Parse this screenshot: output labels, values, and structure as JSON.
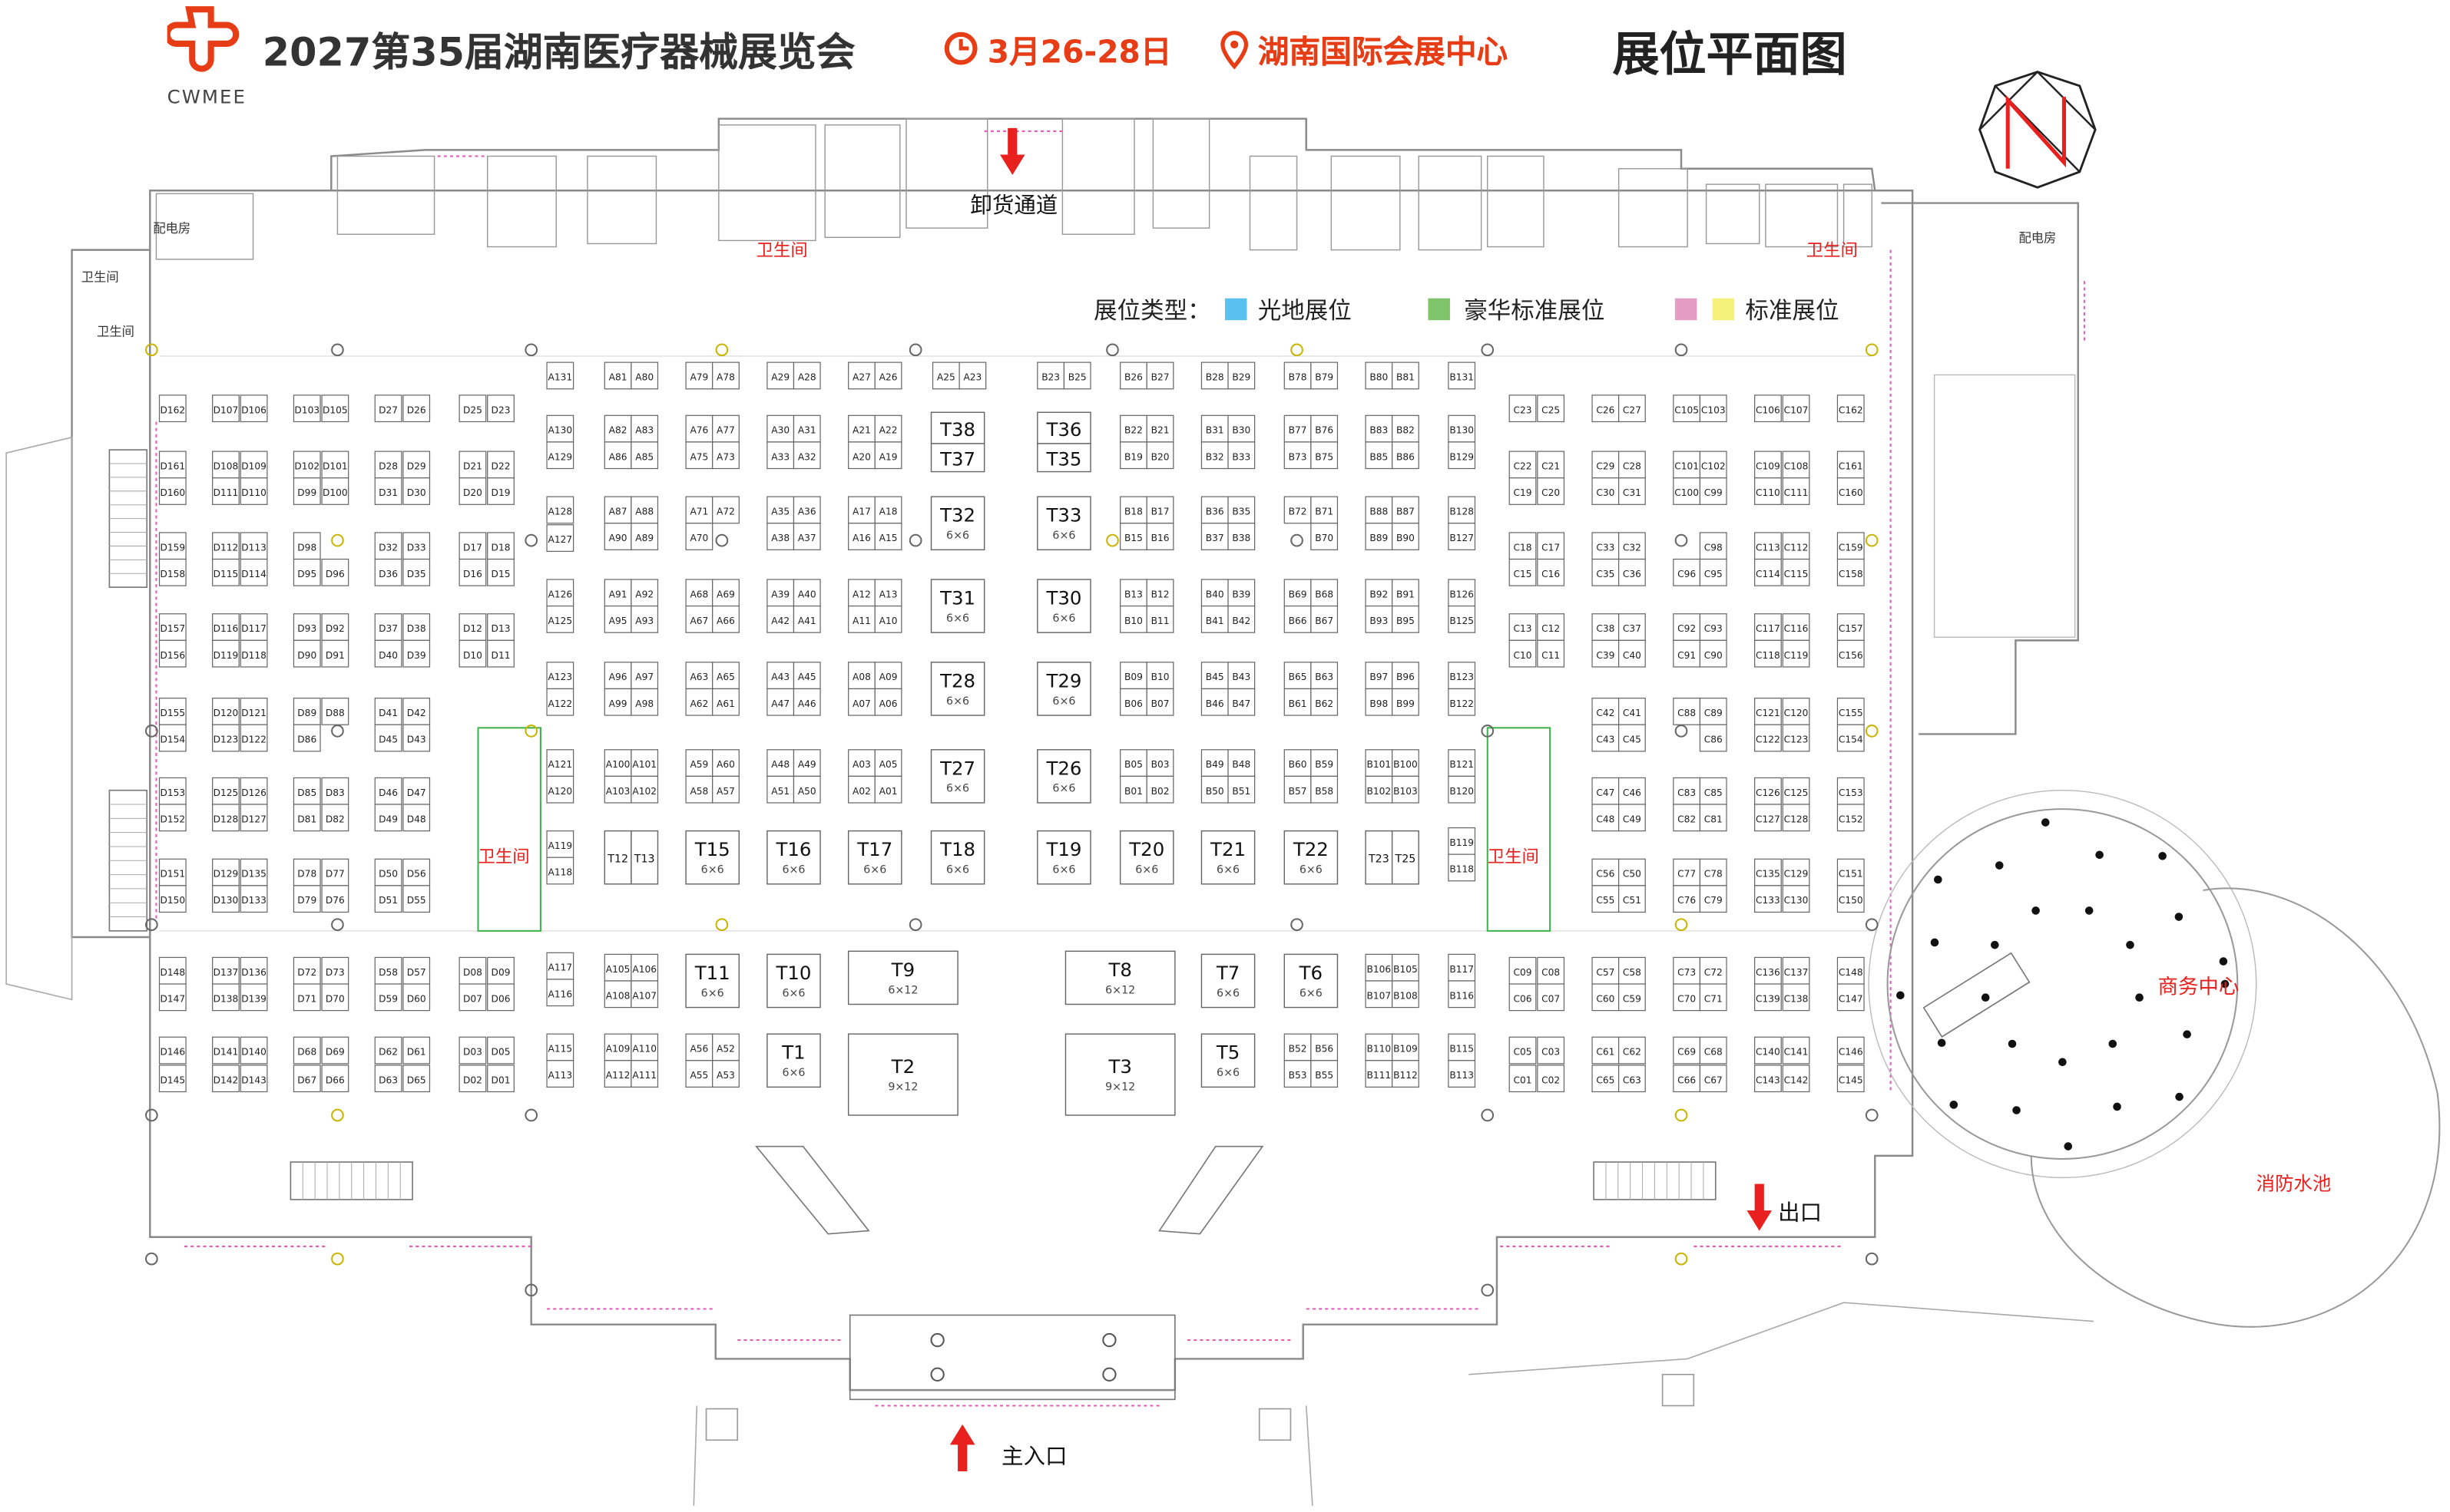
{
  "header": {
    "logo_text": "CWMEE",
    "title": "2027第35届湖南医疗器械展览会",
    "date": "3月26-28日",
    "venue": "湖南国际会展中心",
    "plan_title": "展位平面图"
  },
  "legend": {
    "label": "展位类型：",
    "items": [
      {
        "name": "光地展位",
        "colors": [
          "#59c1ef"
        ]
      },
      {
        "name": "豪华标准展位",
        "colors": [
          "#7fc46b"
        ]
      },
      {
        "name": "标准展位",
        "colors": [
          "#e59cc4",
          "#f4f07a"
        ]
      }
    ]
  },
  "rooms": {
    "power_left": "配电房",
    "power_right": "配电房",
    "wc": "卫生间",
    "unload": "卸货通道",
    "main_entrance": "主入口",
    "exit": "出口",
    "business": "商务中心",
    "fire_pool": "消防水池"
  },
  "colors": {
    "accent": "#e63d16",
    "wall": "#8a8a8a",
    "red": "#e8201e",
    "pink": "#e45bb4",
    "green": "#3cb34a"
  },
  "booths": {
    "D": [
      [
        "D162",
        null,
        "D107",
        "D106",
        "D103",
        "D105",
        "D27",
        "D26",
        "D25",
        "D23"
      ],
      [
        "D161",
        "D160",
        "D108",
        "D109",
        "D102",
        "D101",
        "D28",
        "D29",
        "D21",
        "D22"
      ],
      [
        "D160",
        "",
        "D111",
        "D110",
        "D99",
        "D100",
        "D31",
        "D30",
        "D20",
        "D19"
      ],
      [
        "D159",
        "",
        "D112",
        "D113",
        "D98",
        "",
        "D32",
        "D33",
        "D17",
        "D18"
      ],
      [
        "D158",
        "",
        "D115",
        "D114",
        "D95",
        "D96",
        "D36",
        "D35",
        "D16",
        "D15"
      ],
      [
        "D157",
        "",
        "D116",
        "D117",
        "D93",
        "D92",
        "D37",
        "D38",
        "D12",
        "D13"
      ],
      [
        "D156",
        "",
        "D119",
        "D118",
        "D90",
        "D91",
        "D40",
        "D39",
        "D10",
        "D11"
      ],
      [
        "D155",
        "",
        "D120",
        "D121",
        "D89",
        "D88",
        "D41",
        "D42",
        "",
        ""
      ],
      [
        "D154",
        "",
        "D123",
        "D122",
        "D86",
        "",
        "D45",
        "D43",
        "",
        ""
      ],
      [
        "D153",
        "",
        "D125",
        "D126",
        "D85",
        "D83",
        "D46",
        "D47",
        "",
        ""
      ],
      [
        "D152",
        "",
        "D128",
        "D127",
        "D81",
        "D82",
        "D49",
        "D48",
        "",
        ""
      ],
      [
        "D151",
        "",
        "D129",
        "D135",
        "D78",
        "D77",
        "D50",
        "D56",
        "",
        ""
      ],
      [
        "D150",
        "",
        "D130",
        "D133",
        "D79",
        "D76",
        "D51",
        "D55",
        "",
        ""
      ],
      [
        "D148",
        "",
        "D137",
        "D136",
        "D72",
        "D73",
        "D58",
        "D57",
        "D08",
        "D09"
      ],
      [
        "D147",
        "",
        "D138",
        "D139",
        "D71",
        "D70",
        "D59",
        "D60",
        "D07",
        "D06"
      ],
      [
        "D146",
        "",
        "D141",
        "D140",
        "D68",
        "D69",
        "D62",
        "D61",
        "D03",
        "D05"
      ],
      [
        "D145",
        "",
        "D142",
        "D143",
        "D67",
        "D66",
        "D63",
        "D65",
        "D02",
        "D01"
      ]
    ],
    "A_col1": [
      "A131",
      "A130",
      "A129",
      "A128",
      "A127",
      "A126",
      "A125",
      "A123",
      "A122",
      "A121",
      "A120",
      "A119",
      "A118",
      "A117",
      "A116",
      "A115",
      "A113"
    ],
    "A": [
      [
        "A81",
        "A80",
        "A79",
        "A78",
        "A29",
        "A28",
        "A27",
        "A26",
        "A25",
        "A23"
      ],
      [
        "A82",
        "A83",
        "A76",
        "A77",
        "A30",
        "A31",
        "A21",
        "A22"
      ],
      [
        "A86",
        "A85",
        "A75",
        "A73",
        "A33",
        "A32",
        "A20",
        "A19"
      ],
      [
        "A87",
        "A88",
        "A71",
        "A72",
        "A35",
        "A36",
        "A17",
        "A18"
      ],
      [
        "A90",
        "A89",
        "A70",
        "",
        "A38",
        "A37",
        "A16",
        "A15"
      ],
      [
        "A91",
        "A92",
        "A68",
        "A69",
        "A39",
        "A40",
        "A12",
        "A13"
      ],
      [
        "A95",
        "A93",
        "A67",
        "A66",
        "A42",
        "A41",
        "A11",
        "A10"
      ],
      [
        "A96",
        "A97",
        "A63",
        "A65",
        "A43",
        "A45",
        "A08",
        "A09"
      ],
      [
        "A99",
        "A98",
        "A62",
        "A61",
        "A47",
        "A46",
        "A07",
        "A06"
      ],
      [
        "A100",
        "A101",
        "A59",
        "A60",
        "A48",
        "A49",
        "A03",
        "A05"
      ],
      [
        "A103",
        "A102",
        "A58",
        "A57",
        "A51",
        "A50",
        "A02",
        "A01"
      ],
      [
        "A105",
        "A106"
      ],
      [
        "A108",
        "A107"
      ],
      [
        "A109",
        "A110",
        "A56",
        "A52"
      ],
      [
        "A112",
        "A111",
        "A55",
        "A53"
      ]
    ],
    "B": [
      [
        "B23",
        "B25",
        "B26",
        "B27",
        "B28",
        "B29",
        "B78",
        "B79",
        "B80",
        "B81",
        "B131"
      ],
      [
        "B22",
        "B21",
        "B31",
        "B30",
        "B77",
        "B76",
        "B83",
        "B82",
        "B130"
      ],
      [
        "B19",
        "B20",
        "B32",
        "B33",
        "B73",
        "B75",
        "B85",
        "B86",
        "B129"
      ],
      [
        "B18",
        "B17",
        "B36",
        "B35",
        "B72",
        "B71",
        "B88",
        "B87",
        "B128"
      ],
      [
        "B15",
        "B16",
        "B37",
        "B38",
        "",
        "B70",
        "B89",
        "B90",
        "B127"
      ],
      [
        "B13",
        "B12",
        "B40",
        "B39",
        "B69",
        "B68",
        "B92",
        "B91",
        "B126"
      ],
      [
        "B10",
        "B11",
        "B41",
        "B42",
        "B66",
        "B67",
        "B93",
        "B95",
        "B125"
      ],
      [
        "B09",
        "B10",
        "B45",
        "B43",
        "B65",
        "B63",
        "B97",
        "B96",
        "B123"
      ],
      [
        "B06",
        "B07",
        "B46",
        "B47",
        "B61",
        "B62",
        "B98",
        "B99",
        "B122"
      ],
      [
        "B05",
        "B03",
        "B49",
        "B48",
        "B60",
        "B59",
        "B101",
        "B100",
        "B121"
      ],
      [
        "B01",
        "B02",
        "B50",
        "B51",
        "B57",
        "B58",
        "B102",
        "B103",
        "B120"
      ],
      [
        "B119",
        "B118"
      ],
      [
        "B106",
        "B105",
        "B117"
      ],
      [
        "B107",
        "B108",
        "B116"
      ],
      [
        "B52",
        "B56",
        "B110",
        "B109",
        "B115"
      ],
      [
        "B53",
        "B55",
        "B111",
        "B112",
        "B113"
      ]
    ],
    "C": [
      [
        "C23",
        "C25",
        "C26",
        "C27",
        "C105",
        "C103",
        "C106",
        "C107",
        "C162"
      ],
      [
        "C22",
        "C21",
        "C29",
        "C28",
        "C101",
        "C102",
        "C109",
        "C108",
        "C161"
      ],
      [
        "C19",
        "C20",
        "C30",
        "C31",
        "C100",
        "C99",
        "C110",
        "C111",
        "C160"
      ],
      [
        "C18",
        "C17",
        "C33",
        "C32",
        "",
        "C98",
        "C113",
        "C112",
        "C159"
      ],
      [
        "C15",
        "C16",
        "C35",
        "C36",
        "C96",
        "C95",
        "C114",
        "C115",
        "C158"
      ],
      [
        "C13",
        "C12",
        "C38",
        "C37",
        "C92",
        "C93",
        "C117",
        "C116",
        "C157"
      ],
      [
        "C10",
        "C11",
        "C39",
        "C40",
        "C91",
        "C90",
        "C118",
        "C119",
        "C156"
      ],
      [
        "",
        "",
        "C42",
        "C41",
        "C88",
        "C89",
        "C121",
        "C120",
        "C155"
      ],
      [
        "",
        "",
        "C43",
        "C45",
        "",
        "C86",
        "C122",
        "C123",
        "C154"
      ],
      [
        "",
        "",
        "C47",
        "C46",
        "C83",
        "C85",
        "C126",
        "C125",
        "C153"
      ],
      [
        "",
        "",
        "C48",
        "C49",
        "C82",
        "C81",
        "C127",
        "C128",
        "C152"
      ],
      [
        "",
        "",
        "C56",
        "C50",
        "C77",
        "C78",
        "C135",
        "C129",
        "C151"
      ],
      [
        "",
        "",
        "C55",
        "C51",
        "C76",
        "C79",
        "C133",
        "C130",
        "C150"
      ],
      [
        "C09",
        "C08",
        "C57",
        "C58",
        "C73",
        "C72",
        "C136",
        "C137",
        "C148"
      ],
      [
        "C06",
        "C07",
        "C60",
        "C59",
        "C70",
        "C71",
        "C139",
        "C138",
        "C147"
      ],
      [
        "C05",
        "C03",
        "C61",
        "C62",
        "C69",
        "C68",
        "C140",
        "C141",
        "C146"
      ],
      [
        "C01",
        "C02",
        "C65",
        "C63",
        "C66",
        "C67",
        "C143",
        "C142",
        "C145"
      ]
    ]
  },
  "t_booths": [
    {
      "id": "T38",
      "size": ""
    },
    {
      "id": "T37",
      "size": ""
    },
    {
      "id": "T36",
      "size": ""
    },
    {
      "id": "T35",
      "size": ""
    },
    {
      "id": "T32",
      "size": "6×6"
    },
    {
      "id": "T33",
      "size": "6×6"
    },
    {
      "id": "T31",
      "size": "6×6"
    },
    {
      "id": "T30",
      "size": "6×6"
    },
    {
      "id": "T28",
      "size": "6×6"
    },
    {
      "id": "T29",
      "size": "6×6"
    },
    {
      "id": "T27",
      "size": "6×6"
    },
    {
      "id": "T26",
      "size": "6×6"
    },
    {
      "id": "T12",
      "size": ""
    },
    {
      "id": "T13",
      "size": ""
    },
    {
      "id": "T15",
      "size": "6×6"
    },
    {
      "id": "T16",
      "size": "6×6"
    },
    {
      "id": "T17",
      "size": "6×6"
    },
    {
      "id": "T18",
      "size": "6×6"
    },
    {
      "id": "T19",
      "size": "6×6"
    },
    {
      "id": "T20",
      "size": "6×6"
    },
    {
      "id": "T21",
      "size": "6×6"
    },
    {
      "id": "T22",
      "size": "6×6"
    },
    {
      "id": "T23",
      "size": ""
    },
    {
      "id": "T25",
      "size": ""
    },
    {
      "id": "T11",
      "size": "6×6"
    },
    {
      "id": "T10",
      "size": "6×6"
    },
    {
      "id": "T9",
      "size": "6×12"
    },
    {
      "id": "T8",
      "size": "6×12"
    },
    {
      "id": "T7",
      "size": "6×6"
    },
    {
      "id": "T6",
      "size": "6×6"
    },
    {
      "id": "T1",
      "size": "6×6"
    },
    {
      "id": "T2",
      "size": "9×12"
    },
    {
      "id": "T3",
      "size": "9×12"
    },
    {
      "id": "T5",
      "size": "6×6"
    }
  ]
}
